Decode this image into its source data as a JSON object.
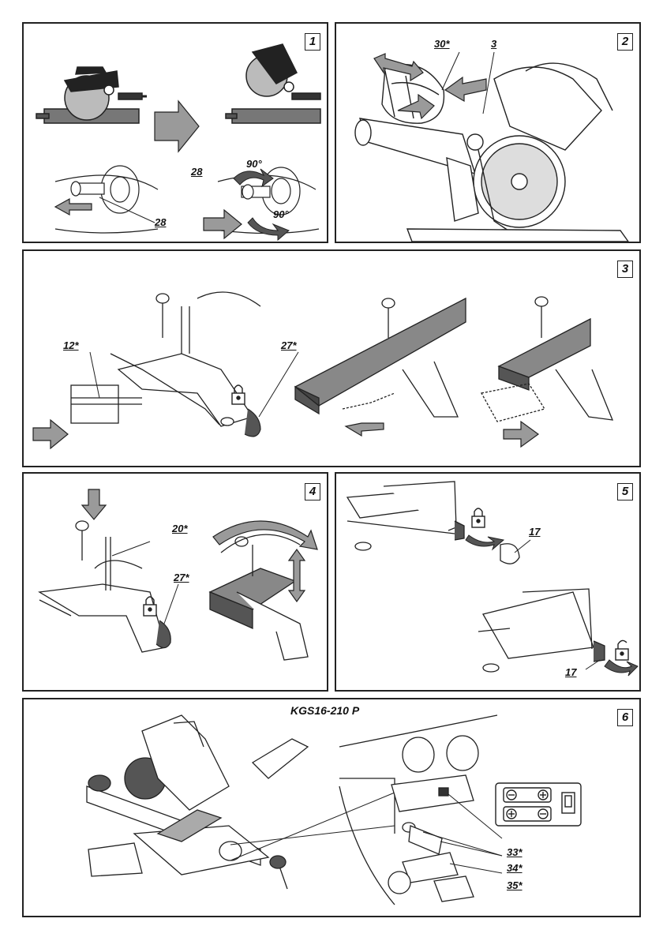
{
  "panels": [
    {
      "number": "1"
    },
    {
      "number": "2"
    },
    {
      "number": "3"
    },
    {
      "number": "4"
    },
    {
      "number": "5"
    },
    {
      "number": "6"
    }
  ],
  "panel1": {
    "callouts": [
      "28",
      "28"
    ],
    "angles": [
      "90°",
      "90°"
    ]
  },
  "panel2": {
    "callouts": [
      "30*",
      "3"
    ]
  },
  "panel3": {
    "callouts": [
      "12*",
      "27*"
    ]
  },
  "panel4": {
    "callouts": [
      "20*",
      "27*"
    ]
  },
  "panel5": {
    "callouts": [
      "17",
      "17"
    ]
  },
  "panel6": {
    "model_title": "KGS16-210 P",
    "callouts": [
      "33*",
      "34*",
      "35*"
    ]
  },
  "colors": {
    "line": "#222222",
    "arrow_fill": "#9a9a9a",
    "dark_fill": "#333333",
    "blade_grey": "#888888"
  }
}
